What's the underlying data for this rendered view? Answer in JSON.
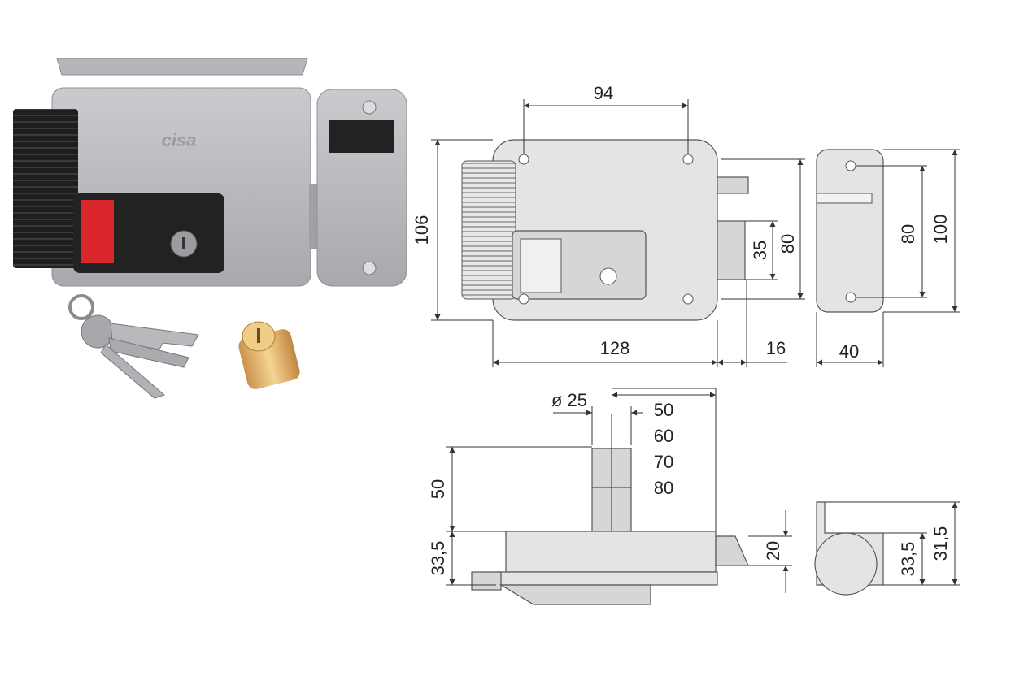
{
  "photo": {
    "brand": "cisa",
    "items": [
      "electric-rim-lock",
      "keeper",
      "keys",
      "brass-cylinder"
    ]
  },
  "front_view": {
    "dim_94": "94",
    "dim_106": "106",
    "dim_35": "35",
    "dim_80_lock": "80",
    "dim_80_keeper": "80",
    "dim_100": "100",
    "dim_128": "128",
    "dim_16": "16",
    "dim_40": "40"
  },
  "side_view": {
    "dim_diameter": "ø 25",
    "cyl_lengths": [
      "50",
      "60",
      "70",
      "80"
    ],
    "dim_50": "50",
    "dim_33_5_left": "33,5",
    "dim_20": "20",
    "dim_33_5_right": "33,5",
    "dim_31_5": "31,5"
  },
  "colors": {
    "lock_body": "#b8babd",
    "button_red": "#d8262a",
    "handle_black": "#222222",
    "brass": "#e4b46a",
    "drawing_fill": "#e4e4e4"
  }
}
